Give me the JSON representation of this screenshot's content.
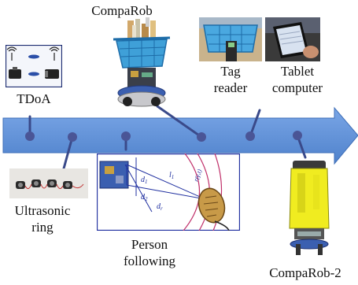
{
  "labels": {
    "compa_rob": "CompaRob",
    "tdoa": "TDoA",
    "tag_reader": "Tag\nreader",
    "tablet_computer": "Tablet\ncomputer",
    "ultrasonic_ring": "Ultrasonic\nring",
    "person_following": "Person\nfollowing",
    "compa_rob_2": "CompaRob-2"
  },
  "diagram_symbols": {
    "d1": "d",
    "d1_sub": "1",
    "d2": "d",
    "d2_sub": "2",
    "dr": "d",
    "dr_sub": "r",
    "l1": "l",
    "l1_sub": "1",
    "curve_label": "r(γ,t)"
  },
  "colors": {
    "arrow_fill": "#5b8ed6",
    "arrow_stroke": "#3f6fb8",
    "connector": "#3a4a8a",
    "node": "#4a5596",
    "frame": "#2030a0",
    "arc": "#c0306a"
  }
}
